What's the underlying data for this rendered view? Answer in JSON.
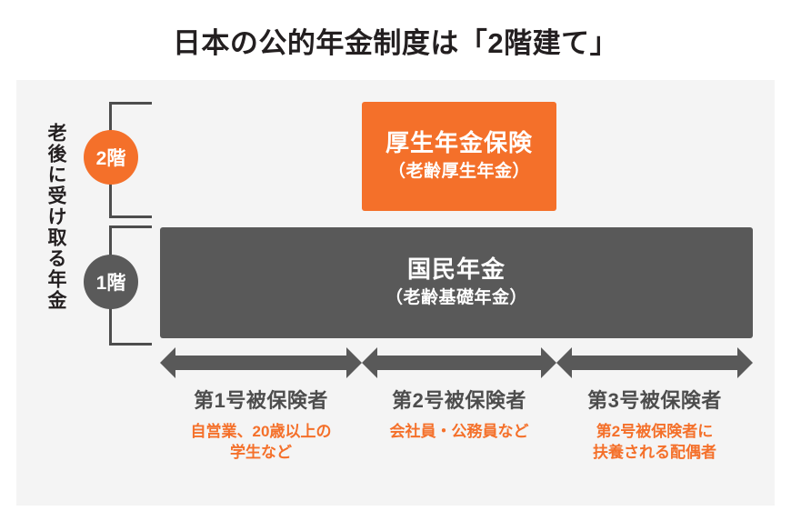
{
  "title": "日本の公的年金制度は「2階建て」",
  "colors": {
    "accent_orange": "#f4702a",
    "dark_gray": "#595959",
    "mid_gray": "#4d4d4d",
    "panel_bg": "#f4f4f4",
    "title_text": "#231f20",
    "box_text": "#ffffff"
  },
  "side_label": "老後に受け取る年金",
  "floors": [
    {
      "badge": "2階",
      "color": "#f4702a"
    },
    {
      "badge": "1階",
      "color": "#5a5a5a"
    }
  ],
  "tiers": [
    {
      "level": "2階",
      "name": "厚生年金保険",
      "sub": "（老齢厚生年金）",
      "color": "#f4702a"
    },
    {
      "level": "1階",
      "name": "国民年金",
      "sub": "（老齢基礎年金）",
      "color": "#595959"
    }
  ],
  "categories": [
    {
      "title": "第1号被保険者",
      "desc": "自営業、20歳以上の\n学生など",
      "arrow": "double-headed-arrow"
    },
    {
      "title": "第2号被保険者",
      "desc": "会社員・公務員など",
      "arrow": "double-headed-arrow"
    },
    {
      "title": "第3号被保険者",
      "desc": "第2号被保険者に\n扶養される配偶者",
      "arrow": "double-headed-arrow"
    }
  ]
}
